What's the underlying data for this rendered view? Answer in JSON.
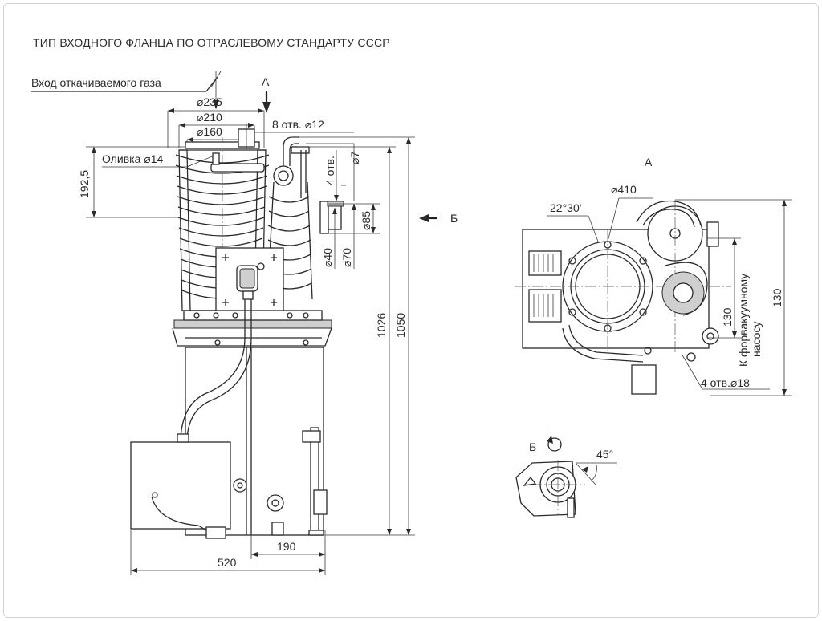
{
  "title": "ТИП ВХОДНОГО ФЛАНЦА ПО ОТРАСЛЕВОМУ СТАНДАРТУ СССР",
  "main_view": {
    "inlet_label": "Вход откачиваемого газа",
    "view_a_arrow": "А",
    "view_b_arrow": "Б",
    "oil_fill_label": "Оливка ⌀14",
    "holes_top": "8 отв. ⌀12",
    "holes_side": "4 отв.",
    "d235": "⌀235",
    "d210": "⌀210",
    "d160": "⌀160",
    "d7": "⌀7",
    "d85": "⌀85",
    "d40": "⌀40",
    "d70": "⌀70",
    "h192": "192,5",
    "h1026": "1026",
    "h1050": "1050",
    "w190": "190",
    "w520": "520"
  },
  "view_a": {
    "label": "А",
    "d410": "⌀410",
    "angle": "22°30'",
    "dim130_inner": "130",
    "dim130_outer": "130",
    "forevac_label_1": "К форвакуумному",
    "forevac_label_2": "насосу",
    "holes": "4 отв.⌀18"
  },
  "view_b": {
    "label": "Б",
    "angle": "45°"
  }
}
